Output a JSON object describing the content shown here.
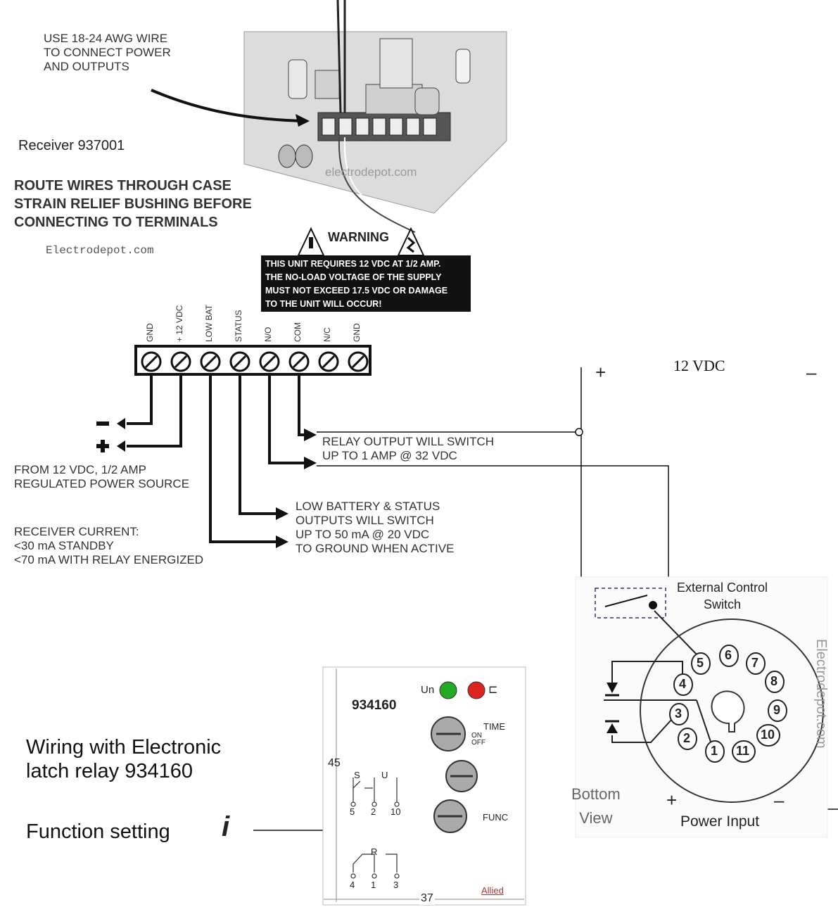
{
  "receiver": {
    "wire_note": [
      "USE 18-24 AWG WIRE",
      "TO CONNECT POWER",
      "AND OUTPUTS"
    ],
    "model_label": "Receiver  937001",
    "route_note": [
      "ROUTE WIRES THROUGH CASE",
      "STRAIN RELIEF BUSHING BEFORE",
      "CONNECTING TO TERMINALS"
    ],
    "watermark_board": "electrodepot.com",
    "watermark_text": "Electrodepot.com",
    "warning_title": "WARNING",
    "warning_lines": [
      "THIS UNIT REQUIRES 12 VDC AT 1/2 AMP.",
      "THE NO-LOAD VOLTAGE OF THE SUPPLY",
      "MUST NOT EXCEED 17.5 VDC OR DAMAGE",
      "TO THE UNIT WILL OCCUR!"
    ],
    "terminals": [
      "GND",
      "+ 12 VDC",
      "LOW BAT",
      "STATUS",
      "N/O",
      "COM",
      "N/C",
      "GND"
    ],
    "minus_sign": "−",
    "plus_sign": "+",
    "power_source": [
      "FROM 12 VDC, 1/2 AMP",
      "REGULATED POWER SOURCE"
    ],
    "current_note": [
      "RECEIVER CURRENT:",
      "<30 mA STANDBY",
      "<70 mA WITH RELAY ENERGIZED"
    ],
    "relay_note": [
      "RELAY OUTPUT WILL SWITCH",
      "UP TO 1 AMP @ 32 VDC"
    ],
    "status_note": [
      "LOW BATTERY & STATUS",
      "OUTPUTS WILL SWITCH",
      "UP TO 50 mA @ 20 VDC",
      "TO GROUND WHEN ACTIVE"
    ]
  },
  "supply": {
    "plus": "+",
    "label": "12 VDC",
    "minus": "–"
  },
  "socket": {
    "switch_label": [
      "External Control",
      "Switch"
    ],
    "pins": [
      "1",
      "2",
      "3",
      "4",
      "5",
      "6",
      "7",
      "8",
      "9",
      "10",
      "11"
    ],
    "view_label": [
      "Bottom",
      "View"
    ],
    "power_label": "Power Input",
    "plus": "+",
    "minus": "–",
    "watermark": "Electrodepot.com"
  },
  "relay": {
    "model": "934160",
    "un_label": "Un",
    "time_label": "TIME",
    "on_label": "ON",
    "off_label": "OFF",
    "func_label": "FUNC",
    "height_dim": "45",
    "width_dim": "37",
    "brand": "Allied",
    "s_label": "S",
    "u_label": "U",
    "r_label": "R",
    "pins_top": [
      "5",
      "2",
      "10"
    ],
    "pins_bottom": [
      "4",
      "1",
      "3"
    ]
  },
  "caption": {
    "wiring": [
      "Wiring with Electronic",
      "latch relay  934160"
    ],
    "function": "Function setting",
    "info_mark": "i"
  },
  "colors": {
    "led_green": "#22aa22",
    "led_red": "#dd2222",
    "board_gray": "#d9d9d9",
    "warning_bg": "#111111"
  }
}
